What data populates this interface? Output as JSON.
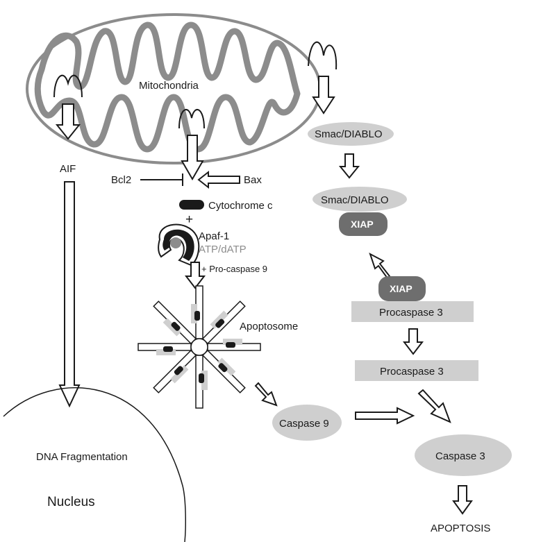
{
  "labels": {
    "mitochondria": "Mitochondria",
    "aif": "AIF",
    "bcl2": "Bcl2",
    "bax": "Bax",
    "cytochrome_c": "Cytochrome c",
    "plus": "+",
    "apaf1": "Apaf-1",
    "atp": "ATP/dATP",
    "pro_caspase": "+ Pro-caspase 9",
    "apoptosome": "Apoptosome",
    "dna_fragmentation": "DNA Fragmentation",
    "nucleus": "Nucleus",
    "smac1": "Smac/DIABLO",
    "smac2": "Smac/DIABLO",
    "xiap1": "XIAP",
    "xiap2": "XIAP",
    "procaspase3_1": "Procaspase 3",
    "procaspase3_2": "Procaspase 3",
    "caspase9": "Caspase 9",
    "caspase3": "Caspase 3",
    "apoptosis": "APOPTOSIS"
  },
  "colors": {
    "outline": "#1a1a1a",
    "membrane": "#8c8c8c",
    "light_fill": "#cfcfcf",
    "dark_fill": "#6e6e6e",
    "apaf_fill": "#1a1a1a"
  }
}
